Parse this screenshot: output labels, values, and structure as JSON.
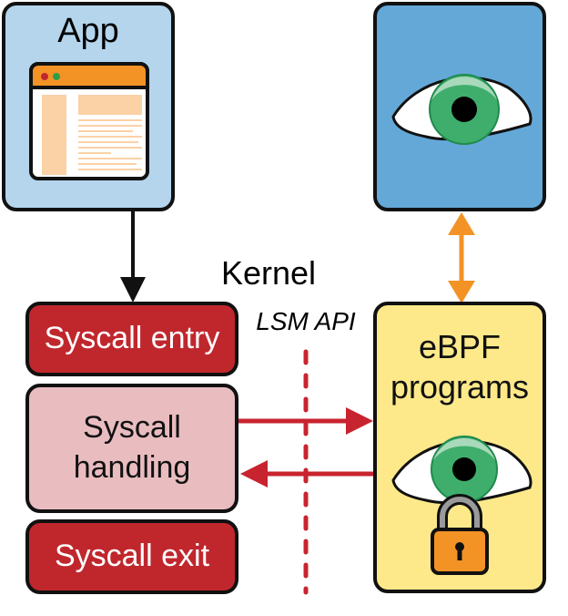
{
  "app": {
    "title": "App"
  },
  "kernel": {
    "title": "Kernel"
  },
  "lsm": {
    "label": "LSM API"
  },
  "syscall_entry": {
    "label": "Syscall entry"
  },
  "syscall_handling": {
    "line1": "Syscall",
    "line2": "handling"
  },
  "syscall_exit": {
    "label": "Syscall exit"
  },
  "ebpf": {
    "line1": "eBPF",
    "line2": "programs"
  },
  "colors": {
    "app_bg": "#b4d5ec",
    "observer_bg": "#64a8d8",
    "syscall_dark": "#c0272d",
    "syscall_light": "#e9bcc0",
    "ebpf_bg": "#fde98a",
    "arrow_red": "#c8242f",
    "arrow_orange": "#f39325",
    "eye_green": "#3fae6c"
  }
}
